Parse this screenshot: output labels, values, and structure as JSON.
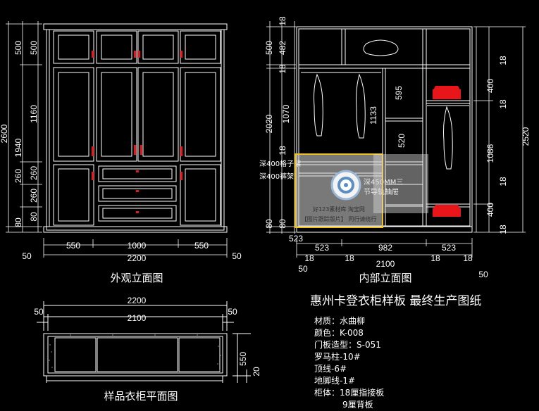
{
  "colors": {
    "background": "#000000",
    "lines": "#ffffff",
    "dimension": "#ffffff",
    "accent": "#e8161b",
    "watermark_frame": "#f0c020"
  },
  "exterior": {
    "caption": "外观立面图",
    "left_dims": [
      "2600",
      "1940",
      "500",
      "1160",
      "260",
      "260",
      "80",
      "80",
      "500",
      "260",
      "80"
    ],
    "bottom_dims": [
      "50",
      "550",
      "1000",
      "550",
      "50",
      "2200"
    ]
  },
  "interior": {
    "caption": "内部立面图",
    "left_dims": [
      "18",
      "500",
      "482",
      "18",
      "2020",
      "1070",
      "18",
      "80",
      "80"
    ],
    "inner_dims": [
      "1133",
      "595",
      "520"
    ],
    "right_dims": [
      "18",
      "400",
      "18",
      "1086",
      "18",
      "400",
      "18",
      "2520"
    ],
    "bottom_dims": [
      "523",
      "523",
      "982",
      "523",
      "18",
      "18",
      "18",
      "18",
      "50",
      "2100",
      "50"
    ],
    "notes": [
      "深400格子架",
      "深400裤架",
      "深450MM三",
      "节导轨抽屉"
    ]
  },
  "plan": {
    "caption": "样品衣柜平面图",
    "top_dims": [
      "2200",
      "50",
      "50",
      "2100"
    ],
    "right_dims": [
      "550",
      "20"
    ]
  },
  "title_block": {
    "title": "惠州卡登衣柜样板   最终生产图纸",
    "specs": [
      "材质：水曲柳",
      "颜色：K-008",
      "门板造型：S-051",
      "罗马柱-10#",
      "顶线-6#",
      "地脚线-1#",
      "柜体：18厘指接板",
      "9厘背板"
    ]
  },
  "watermark": {
    "lines": [
      "好123素材库 淘宝网",
      "【图片跟踪版片】 同行请绕行"
    ]
  }
}
